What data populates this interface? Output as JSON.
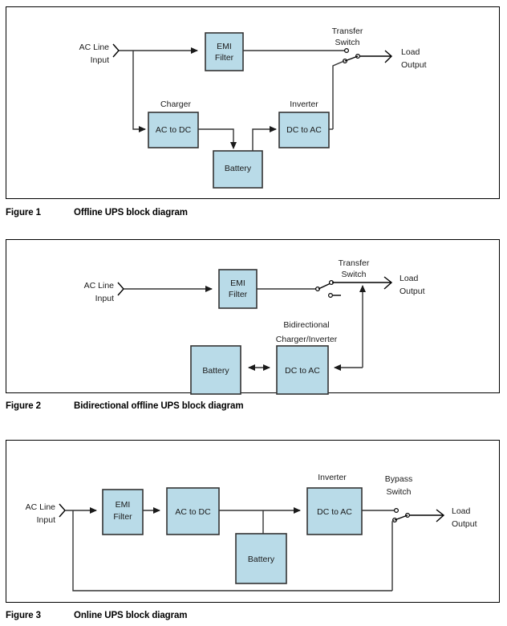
{
  "document": {
    "type": "technical-figures-page",
    "figure_count": 3
  },
  "colors": {
    "block_fill": "#b9dbe8",
    "block_stroke": "#333333",
    "line": "#333333",
    "frame": "#000000",
    "text": "#1a1a1a",
    "page_background": "#ffffff"
  },
  "figures": [
    {
      "id": "figure-1",
      "caption_number": "Figure 1",
      "caption_text": "Offline UPS block diagram",
      "labels": {
        "input": "AC Line\nInput",
        "input_line1": "AC Line",
        "input_line2": "Input",
        "output_line1": "Load",
        "output_line2": "Output",
        "switch_line1": "Transfer",
        "switch_line2": "Switch",
        "charger": "Charger",
        "inverter": "Inverter"
      },
      "blocks": [
        {
          "name": "emi-filter",
          "line1": "EMI",
          "line2": "Filter",
          "annotation": ""
        },
        {
          "name": "charger",
          "line1": "AC to DC",
          "line2": "",
          "annotation": "Charger"
        },
        {
          "name": "battery",
          "line1": "Battery",
          "line2": "",
          "annotation": ""
        },
        {
          "name": "inverter",
          "line1": "DC to AC",
          "line2": "",
          "annotation": "Inverter"
        }
      ]
    },
    {
      "id": "figure-2",
      "caption_number": "Figure 2",
      "caption_text": "Bidirectional offline UPS block diagram",
      "labels": {
        "input_line1": "AC Line",
        "input_line2": "Input",
        "output_line1": "Load",
        "output_line2": "Output",
        "switch_line1": "Transfer",
        "switch_line2": "Switch",
        "converter_line1": "Bidirectional",
        "converter_line2": "Charger/Inverter"
      },
      "blocks": [
        {
          "name": "emi-filter",
          "line1": "EMI",
          "line2": "Filter",
          "annotation": ""
        },
        {
          "name": "battery",
          "line1": "Battery",
          "line2": "",
          "annotation": ""
        },
        {
          "name": "bidirectional-converter",
          "line1": "DC to AC",
          "line2": "",
          "annotation": "Bidirectional Charger/Inverter"
        }
      ]
    },
    {
      "id": "figure-3",
      "caption_number": "Figure 3",
      "caption_text": "Online UPS block diagram",
      "labels": {
        "input_line1": "AC Line",
        "input_line2": "Input",
        "output_line1": "Load",
        "output_line2": "Output",
        "switch_line1": "Bypass",
        "switch_line2": "Switch",
        "inverter": "Inverter"
      },
      "blocks": [
        {
          "name": "emi-filter",
          "line1": "EMI",
          "line2": "Filter",
          "annotation": ""
        },
        {
          "name": "rectifier",
          "line1": "AC to DC",
          "line2": "",
          "annotation": ""
        },
        {
          "name": "battery",
          "line1": "Battery",
          "line2": "",
          "annotation": ""
        },
        {
          "name": "inverter",
          "line1": "DC to AC",
          "line2": "",
          "annotation": "Inverter"
        }
      ]
    }
  ]
}
